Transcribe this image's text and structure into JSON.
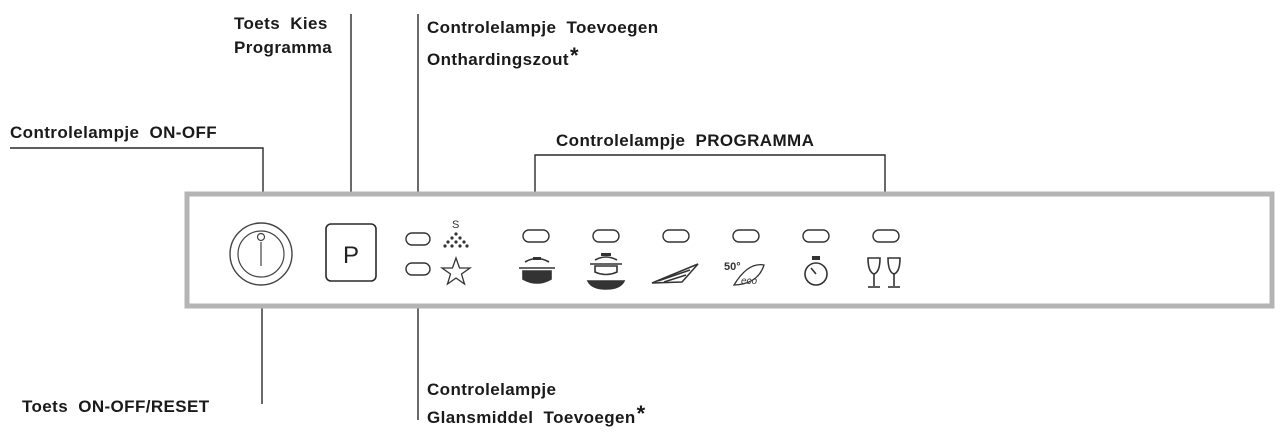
{
  "labels": {
    "program_key": [
      "Toets Kies",
      "Programma"
    ],
    "salt_light": [
      "Controlelampje Toevoegen",
      "Onthardingszout"
    ],
    "on_off_light": "Controlelampje ON-OFF",
    "program_lights": "Controlelampje PROGRAMMA",
    "on_off_reset_key": "Toets ON-OFF/RESET",
    "rinse_aid_light": [
      "Controlelampje",
      "Glansmiddel Toevoegen"
    ],
    "asterisk": "*"
  },
  "panel": {
    "program_button_letter": "P",
    "salt_symbol_letter": "S",
    "eco_temp": "50°",
    "eco_text": "eco"
  },
  "colors": {
    "panel_border": "#b4b4b4",
    "line": "#2a2a2a"
  },
  "icons": [
    "power-icon",
    "salt-icon",
    "rinse-aid-icon",
    "pot-icon",
    "pot-and-plate-icon",
    "plate-rinse-icon",
    "eco-50-icon",
    "timer-icon",
    "glasses-icon"
  ]
}
